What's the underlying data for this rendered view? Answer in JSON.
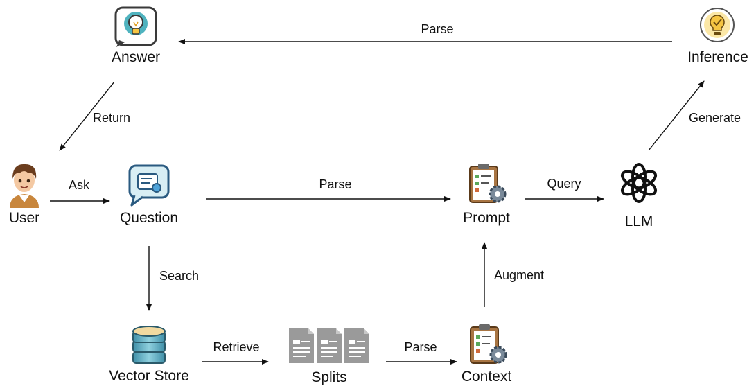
{
  "nodes": {
    "answer": {
      "label": "Answer",
      "icon": "lightbulb-chat-icon"
    },
    "inference": {
      "label": "Inference",
      "icon": "lightbulb-check-icon"
    },
    "user": {
      "label": "User",
      "icon": "user-avatar-icon"
    },
    "question": {
      "label": "Question",
      "icon": "question-chat-icon"
    },
    "prompt": {
      "label": "Prompt",
      "icon": "clipboard-gear-icon"
    },
    "llm": {
      "label": "LLM",
      "icon": "openai-logo-icon"
    },
    "vector_store": {
      "label": "Vector Store",
      "icon": "database-icon"
    },
    "splits": {
      "label": "Splits",
      "icon": "documents-icon"
    },
    "context": {
      "label": "Context",
      "icon": "clipboard-gear-icon"
    }
  },
  "edges": {
    "inference_to_answer": "Parse",
    "answer_to_user": "Return",
    "user_to_question": "Ask",
    "question_to_prompt": "Parse",
    "prompt_to_llm": "Query",
    "llm_to_inference": "Generate",
    "question_to_vector_store": "Search",
    "vector_store_to_splits": "Retrieve",
    "splits_to_context": "Parse",
    "context_to_prompt": "Augment"
  },
  "colors": {
    "line": "#111111",
    "bulb_teal": "#4fb3bf",
    "bulb_yellow": "#f5c542",
    "db_teal": "#5aa8c0",
    "doc_gray": "#9a9a9a",
    "clipboard_brown": "#a87543"
  }
}
